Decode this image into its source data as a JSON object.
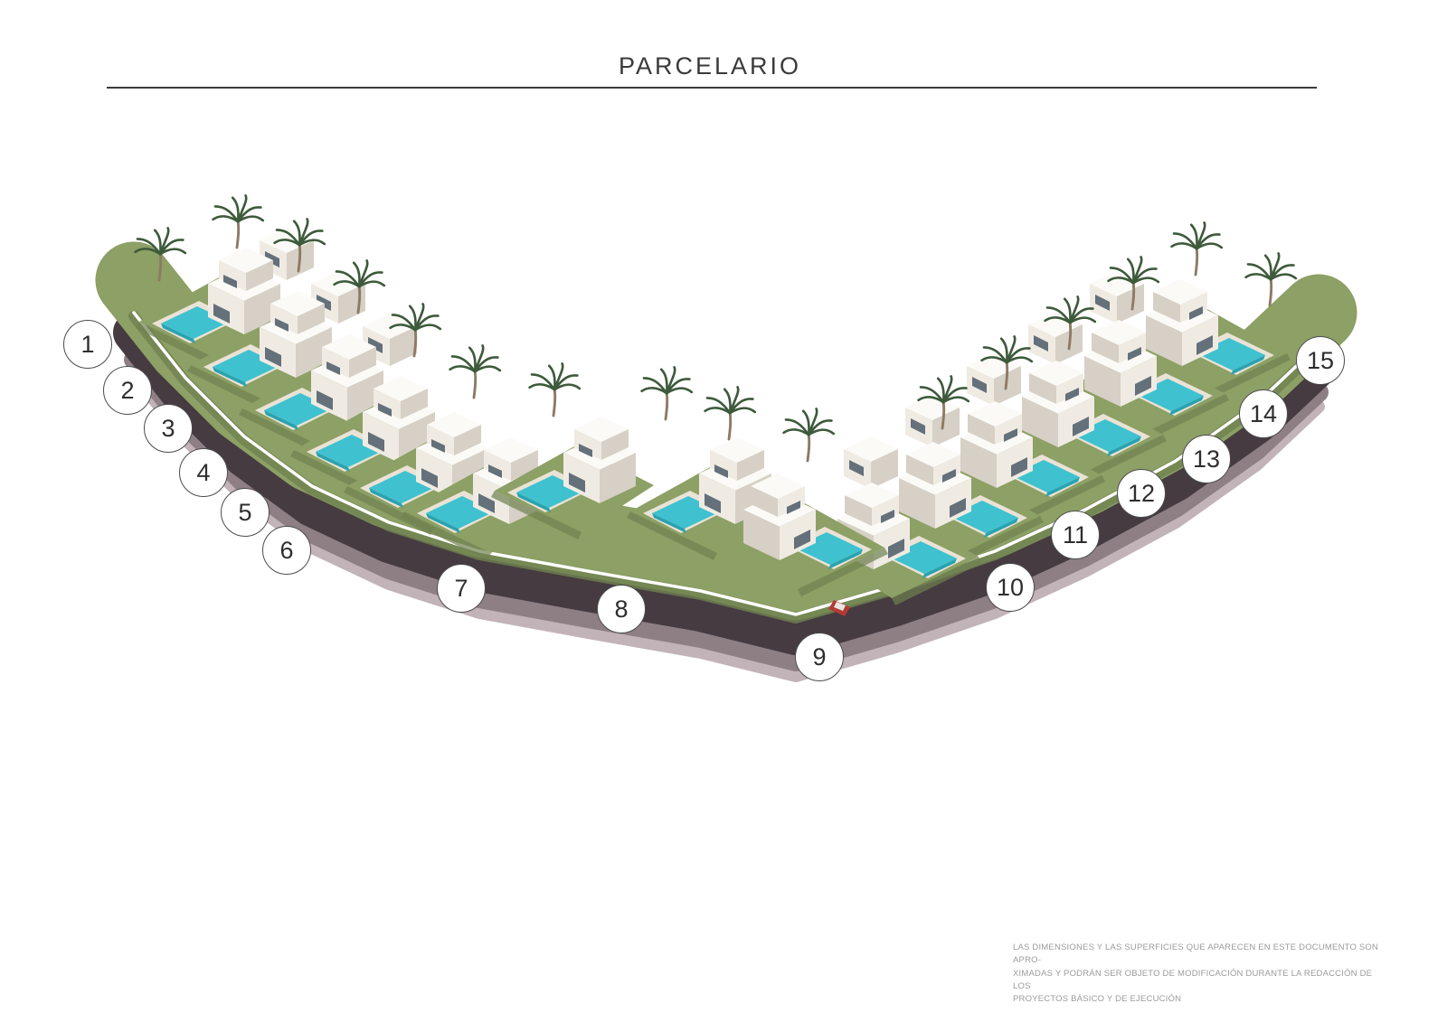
{
  "title": "PARCELARIO",
  "plots": [
    {
      "number": "1"
    },
    {
      "number": "2"
    },
    {
      "number": "3"
    },
    {
      "number": "4"
    },
    {
      "number": "5"
    },
    {
      "number": "6"
    },
    {
      "number": "7"
    },
    {
      "number": "8"
    },
    {
      "number": "9"
    },
    {
      "number": "10"
    },
    {
      "number": "11"
    },
    {
      "number": "12"
    },
    {
      "number": "13"
    },
    {
      "number": "14"
    },
    {
      "number": "15"
    }
  ],
  "disclaimer": {
    "line1": "LAS DIMENSIONES Y LAS SUPERFICIES QUE APARECEN EN ESTE DOCUMENTO SON APRO-",
    "line2": "XIMADAS Y PODRÁN SER OBJETO DE MODIFICACIÓN DURANTE LA REDACCIÓN DE LOS",
    "line3": "PROYECTOS BÁSICO Y DE EJECUCIÓN"
  },
  "colors": {
    "pool-teal": "#3fc1cf",
    "grass": "#8da065",
    "grass-dark": "#6f8250",
    "band-dark": "#453b41",
    "band-mid": "#8e7f85",
    "band-light": "#c2b3b9",
    "palm-green": "#3d5a3b",
    "accent-text": "#3a3a3a"
  }
}
